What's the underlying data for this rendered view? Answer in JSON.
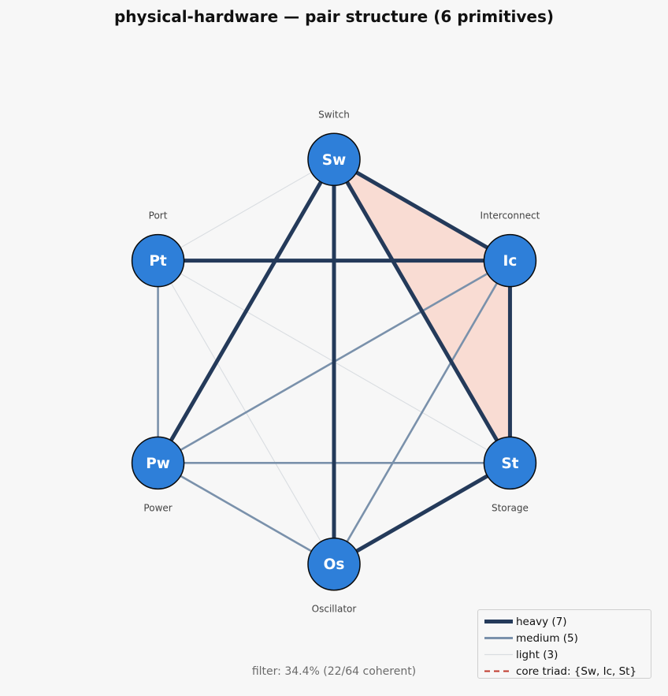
{
  "title": "physical-hardware — pair structure  (6 primitives)",
  "footer": "filter: 34.4%  (22/64 coherent)",
  "colors": {
    "heavy": "#243a5a",
    "medium": "#7a91ab",
    "light": "#d9dde1",
    "node_fill": "#2e7fd9",
    "node_stroke": "#0a0a0a",
    "triad_fill": "#f9dcd3",
    "triad_dash": "#c0392b",
    "background": "#f7f7f7"
  },
  "nodes": [
    {
      "id": "Sw",
      "label": "Switch"
    },
    {
      "id": "Ic",
      "label": "Interconnect"
    },
    {
      "id": "St",
      "label": "Storage"
    },
    {
      "id": "Os",
      "label": "Oscillator"
    },
    {
      "id": "Pw",
      "label": "Power"
    },
    {
      "id": "Pt",
      "label": "Port"
    }
  ],
  "edges": [
    {
      "a": "Sw",
      "b": "Ic",
      "weight": "heavy"
    },
    {
      "a": "Sw",
      "b": "St",
      "weight": "heavy"
    },
    {
      "a": "Sw",
      "b": "Os",
      "weight": "heavy"
    },
    {
      "a": "Sw",
      "b": "Pw",
      "weight": "heavy"
    },
    {
      "a": "Pt",
      "b": "Ic",
      "weight": "heavy"
    },
    {
      "a": "Ic",
      "b": "St",
      "weight": "heavy"
    },
    {
      "a": "St",
      "b": "Os",
      "weight": "heavy"
    },
    {
      "a": "Ic",
      "b": "Pw",
      "weight": "medium"
    },
    {
      "a": "Ic",
      "b": "Os",
      "weight": "medium"
    },
    {
      "a": "Pt",
      "b": "Pw",
      "weight": "medium"
    },
    {
      "a": "Pw",
      "b": "St",
      "weight": "medium"
    },
    {
      "a": "Pw",
      "b": "Os",
      "weight": "medium"
    },
    {
      "a": "Sw",
      "b": "Pt",
      "weight": "light"
    },
    {
      "a": "Pt",
      "b": "St",
      "weight": "light"
    },
    {
      "a": "Pt",
      "b": "Os",
      "weight": "light"
    }
  ],
  "core_triad": [
    "Sw",
    "Ic",
    "St"
  ],
  "legend": [
    {
      "key": "heavy",
      "label": "heavy (7)"
    },
    {
      "key": "medium",
      "label": "medium (5)"
    },
    {
      "key": "light",
      "label": "light (3)"
    },
    {
      "key": "core",
      "label": "core triad: {Sw, Ic, St}"
    }
  ]
}
